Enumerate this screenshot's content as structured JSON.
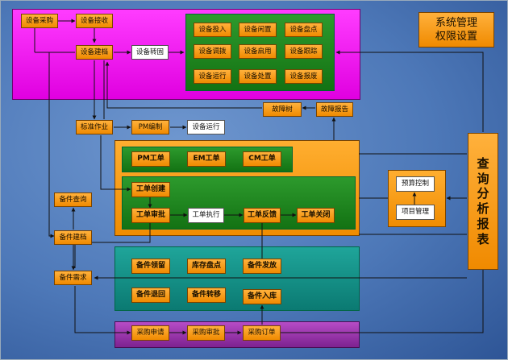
{
  "top": {
    "purchase": "设备采购",
    "receive": "设备接收",
    "archive": "设备建档",
    "transfer": "设备转固",
    "states": [
      "设备投入",
      "设备闲置",
      "设备盘点",
      "设备调拨",
      "设备启用",
      "设备跟踪",
      "设备运行",
      "设备处置",
      "设备报废"
    ]
  },
  "sysmgmt": {
    "line1": "系统管理",
    "line2": "权限设置"
  },
  "fault": {
    "tree": "故障树",
    "report": "故障报告"
  },
  "flow": {
    "std": "标准作业",
    "pm": "PM编制",
    "run": "设备运行"
  },
  "wo_types": {
    "pm": "PM工单",
    "em": "EM工单",
    "cm": "CM工单"
  },
  "wo_flow": {
    "create": "工单创建",
    "approve": "工单审批",
    "execute": "工单执行",
    "feedback": "工单反馈",
    "close": "工单关闭"
  },
  "budget": {
    "control": "预算控制",
    "project": "项目管理"
  },
  "query": "查询分析报表",
  "spares": {
    "query": "备件查询",
    "archive": "备件建档",
    "demand": "备件需求",
    "pick": "备件领留",
    "stock": "库存盘点",
    "issue": "备件发放",
    "return": "备件退回",
    "move": "备件转移",
    "inbound": "备件入库"
  },
  "procure": {
    "apply": "采购申请",
    "approve": "采购审批",
    "order": "采购订单"
  }
}
